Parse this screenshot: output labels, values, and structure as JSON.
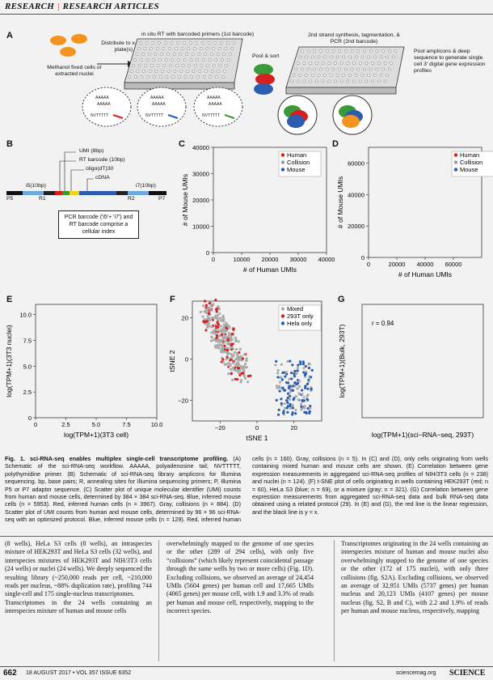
{
  "header": {
    "section": "RESEARCH",
    "subsection": "RESEARCH ARTICLES"
  },
  "panelA": {
    "label": "A",
    "cells": "Methanol fixed cells or extracted nuclei",
    "distribute": "Distribute to x-well plate(s)",
    "rt": "in situ  RT with barcoded primers (1st barcode)",
    "pool_sort": "Pool & sort",
    "second": "2nd strand synthesis, tagmentation, & PCR (2nd barcode)",
    "amplicons": "Pool amplicons & deep sequence to generate single cell 3′ digital gene expression profiles",
    "aaaa": "AAAAA",
    "tttt": "TTTTT"
  },
  "panelB": {
    "label": "B",
    "umi": "UMI (8bp)",
    "rt_barcode": "RT barcode (10bp)",
    "oligo": "oligo(dT)30",
    "cdna": "cDNA",
    "i5": "i5(10bp)",
    "i7": "i7(10bp)",
    "p5": "P5",
    "r1": "R1",
    "r2": "R2",
    "p7": "P7",
    "pcr_box": "PCR barcode ('i5'+ 'i7') and RT barcode comprise a cellular index"
  },
  "panelC": {
    "label": "C"
  },
  "panelD": {
    "label": "D"
  },
  "panelE": {
    "label": "E"
  },
  "panelF": {
    "label": "F"
  },
  "panelG": {
    "label": "G",
    "r_text": "r = 0.94"
  },
  "chart_data": [
    {
      "id": "C",
      "type": "scatter",
      "xlabel": "# of Human UMIs",
      "ylabel": "# of Mouse UMIs",
      "xlim": [
        0,
        40000
      ],
      "ylim": [
        0,
        40000
      ],
      "xticks": [
        "0",
        "10000",
        "20000",
        "30000",
        "40000"
      ],
      "yticks": [
        "0",
        "10000",
        "20000",
        "30000",
        "40000"
      ],
      "legend": [
        "Human",
        "Collision",
        "Mouse"
      ],
      "legend_position": "top-right",
      "colors": [
        "#d62020",
        "#999999",
        "#2a5db0"
      ]
    },
    {
      "id": "D",
      "type": "scatter",
      "xlabel": "# of Human UMIs",
      "ylabel": "# of Mouse UMIs",
      "xlim": [
        0,
        80000
      ],
      "ylim": [
        0,
        70000
      ],
      "xticks": [
        "0",
        "20000",
        "40000",
        "60000"
      ],
      "yticks": [
        "0",
        "20000",
        "40000",
        "60000"
      ],
      "legend": [
        "Human",
        "Collision",
        "Mouse"
      ],
      "legend_position": "top-right",
      "colors": [
        "#d62020",
        "#999999",
        "#2a5db0"
      ]
    },
    {
      "id": "E",
      "type": "scatter",
      "xlabel": "log(TPM+1)(3T3 cell)",
      "ylabel": "log(TPM+1)(3T3 nuclei)",
      "xlim": [
        0,
        10
      ],
      "ylim": [
        0,
        11
      ],
      "xticks": [
        "0",
        "2.5",
        "5.0",
        "7.5",
        "10.0"
      ],
      "yticks": [
        "0",
        "2.5",
        "5.0",
        "7.5",
        "10.0"
      ]
    },
    {
      "id": "F",
      "type": "scatter",
      "xlabel": "tSNE 1",
      "ylabel": "tSNE 2",
      "xlim": [
        -35,
        35
      ],
      "ylim": [
        -30,
        28
      ],
      "xticks": [
        "−20",
        "0",
        "20"
      ],
      "yticks": [
        "−20",
        "0",
        "20"
      ],
      "legend": [
        "Mixed",
        "293T only",
        "Hela only"
      ],
      "legend_position": "top-right",
      "colors": [
        "#aaaaaa",
        "#d62020",
        "#2a5db0"
      ]
    },
    {
      "id": "G",
      "type": "scatter",
      "xlabel": "log(TPM+1)(sci−RNA−seq, 293T)",
      "ylabel": "log(TPM+1)(Bulk, 293T)",
      "annotation": "r = 0.94"
    }
  ],
  "caption": {
    "lead": "Fig. 1. sci-RNA-seq enables multiplex single-cell transcriptome profiling.",
    "text": "(A) Schematic of the sci-RNA-seq workflow. AAAAA, polyadenosine tail; NVTTTTT, polythymidine primer. (B) Schematic of sci-RNA-seq library amplicons for Illumina sequencing. bp, base pairs; R, annealing sites for Illumina sequencing primers; P, Illumina P5 or P7 adaptor sequence. (C) Scatter plot of unique molecular identifier (UMI) counts from human and mouse cells, determined by 384 × 384 sci-RNA-seq. Blue, inferred mouse cells (n = 5953). Red, inferred human cells (n = 3967). Gray, collisions (n = 884). (D) Scatter plot of UMI counts from human and mouse cells, determined by 96 × 96 sci-RNA-seq with an optimized protocol. Blue, inferred mouse cells (n = 129). Red, inferred human cells (n = 160). Gray, collisions (n = 5). In (C) and (D), only cells originating from wells containing mixed human and mouse cells are shown. (E) Correlation between gene expression measurements in aggregated sci-RNA-seq profiles of NIH/3T3 cells (n = 238) and nuclei (n = 124). (F) t-SNE plot of cells originating in wells containing HEK293T (red; n = 60), HeLa S3 (blue; n = 69), or a mixture (gray; n = 321). (G) Correlation between gene expression measurements from aggregated sci-RNA-seq data and bulk RNA-seq data obtained using a related protocol (29). In (E) and (G), the red line is the linear regression, and the black line is y = x."
  },
  "body": {
    "col1": "(8 wells), HeLa S3 cells (8 wells), an intraspecies mixture of HEK293T and HeLa S3 cells (32 wells), and interspecies mixtures of HEK293T and NIH/3T3 cells (24 wells) or nuclei (24 wells). We deeply sequenced the resulting library (~250,000 reads per cell, ~210,000 reads per nucleus, ~88% duplication rate), profiling 744 single-cell and 175 single-nucleus transcriptomes.\n    Transcriptomes in the 24 wells containing an interspecies mixture of human and mouse cells",
    "col2": "overwhelmingly mapped to the genome of one species or the other (289 of 294 cells), with only five “collisions” (which likely represent coincidental passage through the same wells by two or more cells) (Fig. 1D). Excluding collisions, we observed an average of 24,454 UMIs (5604 genes) per human cell and 17,665 UMIs (4065 genes) per mouse cell, with 1.9 and 3.3% of reads per human and mouse cell, respectively, mapping to the incorrect species.",
    "col3": "    Transcriptomes originating in the 24 wells containing an interspecies mixture of human and mouse nuclei also overwhelmingly mapped to the genome of one species or the other (172 of 175 nuclei), with only three collisions (fig. S2A). Excluding collisions, we observed an average of 32,951 UMIs (5737 genes) per human nucleus and 20,123 UMIs (4107 genes) per mouse nucleus (fig. S2, B and C), with 2.2 and 1.9% of reads per human and mouse nucleus, respectively, mapping"
  },
  "footer": {
    "page": "662",
    "issue": "18 AUGUST 2017 • VOL 357 ISSUE 6352",
    "site": "sciencemag.org",
    "journal": "SCIENCE"
  }
}
